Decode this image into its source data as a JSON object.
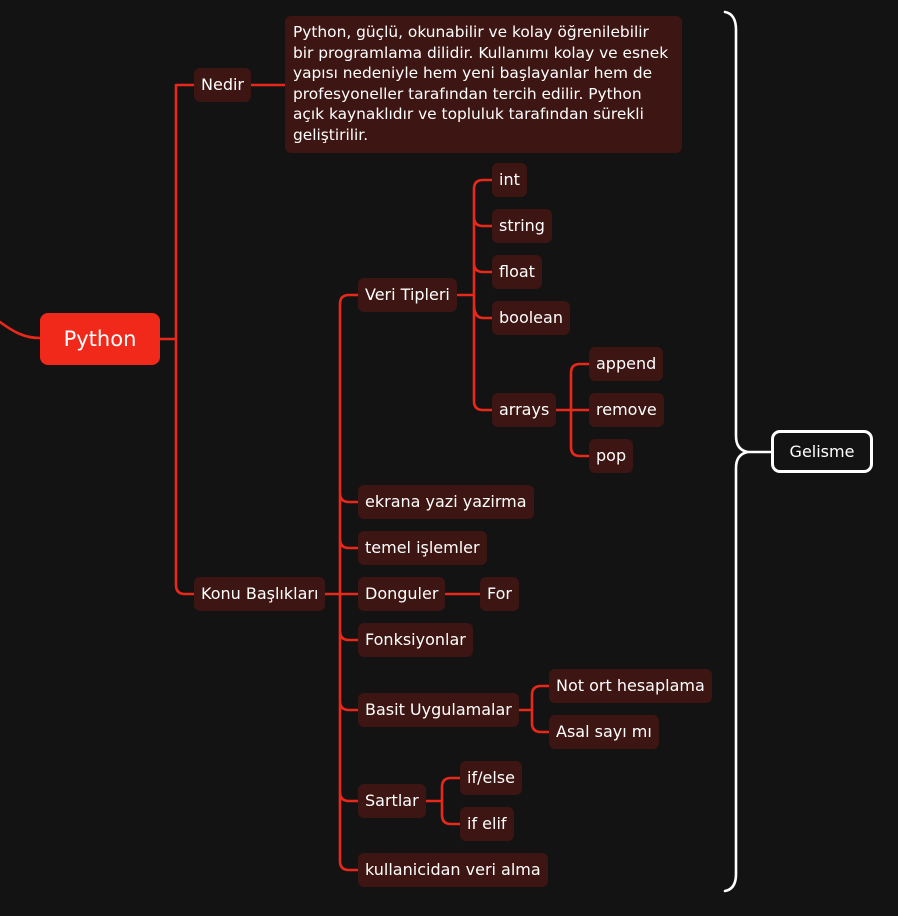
{
  "root": {
    "label": "Python"
  },
  "nedir": {
    "label": "Nedir",
    "description": "Python, güçlü, okunabilir ve kolay öğrenilebilir\nbir programlama dilidir. Kullanımı kolay ve esnek\nyapısı nedeniyle hem yeni başlayanlar hem de\nprofesyoneller tarafından tercih edilir. Python\naçık kaynaklıdır ve topluluk tarafından sürekli\ngeliştirilir."
  },
  "konu": {
    "label": "Konu Başlıkları",
    "veri_tipleri": {
      "label": "Veri Tipleri",
      "items": [
        "int",
        "string",
        "float",
        "boolean"
      ],
      "arrays": {
        "label": "arrays",
        "items": [
          "append",
          "remove",
          "pop"
        ]
      }
    },
    "ekrana": "ekrana yazi yazirma",
    "temel": "temel işlemler",
    "donguler": {
      "label": "Donguler",
      "items": [
        "For"
      ]
    },
    "fonksiyonlar": "Fonksiyonlar",
    "basit": {
      "label": "Basit Uygulamalar",
      "items": [
        "Not ort hesaplama",
        "Asal sayı mı"
      ]
    },
    "sartlar": {
      "label": "Sartlar",
      "items": [
        "if/else",
        "if elif"
      ]
    },
    "kullanici": "kullanicidan veri alma"
  },
  "summary": {
    "label": "Gelisme"
  },
  "colors": {
    "background": "#131313",
    "line": "#e8281b",
    "root": "#f0291b",
    "node": "#3d1512",
    "bracket": "#ffffff"
  }
}
